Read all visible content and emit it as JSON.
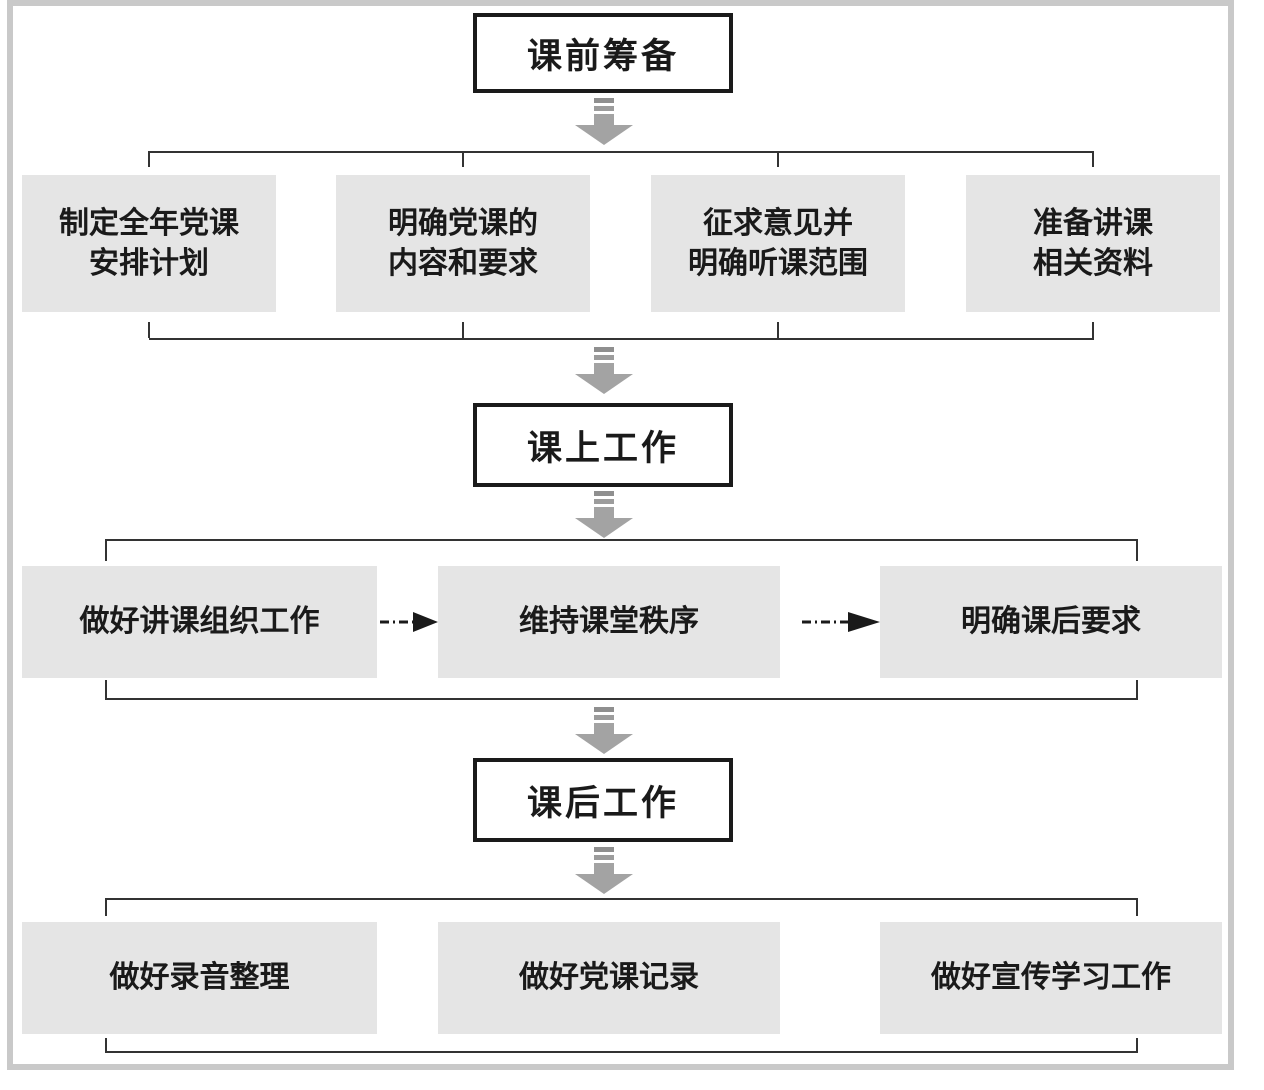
{
  "diagram": {
    "type": "flowchart",
    "stages": [
      {
        "title": "课前筹备",
        "tasks": [
          {
            "line1": "制定全年党课",
            "line2": "安排计划"
          },
          {
            "line1": "明确党课的",
            "line2": "内容和要求"
          },
          {
            "line1": "征求意见并",
            "line2": "明确听课范围"
          },
          {
            "line1": "准备讲课",
            "line2": "相关资料"
          }
        ]
      },
      {
        "title": "课上工作",
        "flow": "sequential-dashed-arrows",
        "tasks": [
          {
            "label": "做好讲课组织工作"
          },
          {
            "label": "维持课堂秩序"
          },
          {
            "label": "明确课后要求"
          }
        ]
      },
      {
        "title": "课后工作",
        "tasks": [
          {
            "label": "做好录音整理"
          },
          {
            "label": "做好党课记录"
          },
          {
            "label": "做好宣传学习工作"
          }
        ]
      }
    ]
  },
  "colors": {
    "task_box_fill": "#e5e5e5",
    "stage_box_border": "#1a1a1a",
    "connector_line": "#333333",
    "block_arrow_gray": "#a3a3a3",
    "dashed_arrow": "#1a1a1a",
    "frame_border": "#c9c9c9",
    "text": "#1a1a1a",
    "background": "#ffffff"
  }
}
